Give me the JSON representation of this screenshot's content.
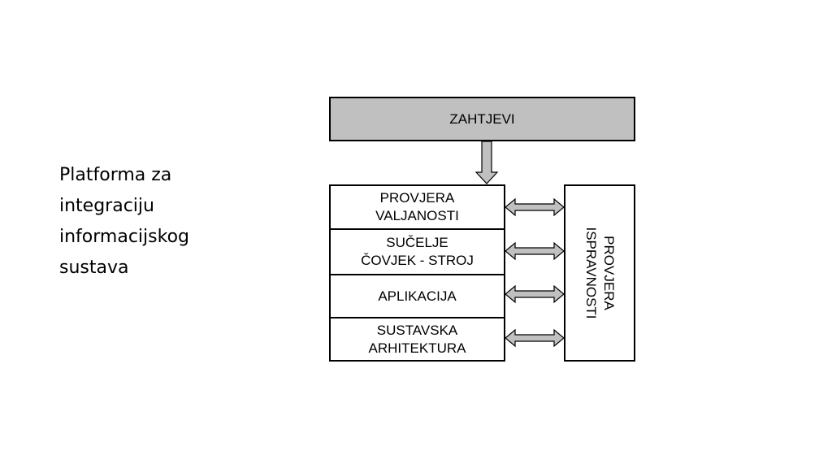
{
  "slide": {
    "title_lines": [
      "Platforma za",
      "integraciju",
      "informacijskog",
      "sustava"
    ]
  },
  "diagram": {
    "top_box": {
      "label": "ZAHTJEVI",
      "fill": "#c0c0c0"
    },
    "layers": [
      {
        "lines": [
          "PROVJERA",
          "VALJANOSTI"
        ]
      },
      {
        "lines": [
          "SUČELJE",
          "ČOVJEK - STROJ"
        ]
      },
      {
        "lines": [
          "APLIKACIJA"
        ]
      },
      {
        "lines": [
          "SUSTAVSKA",
          "ARHITEKTURA"
        ]
      }
    ],
    "side_box": {
      "lines": [
        "PROVJERA",
        "ISPRAVNOSTI"
      ]
    },
    "colors": {
      "arrow_fill": "#c0c0c0",
      "stroke": "#000000"
    }
  }
}
